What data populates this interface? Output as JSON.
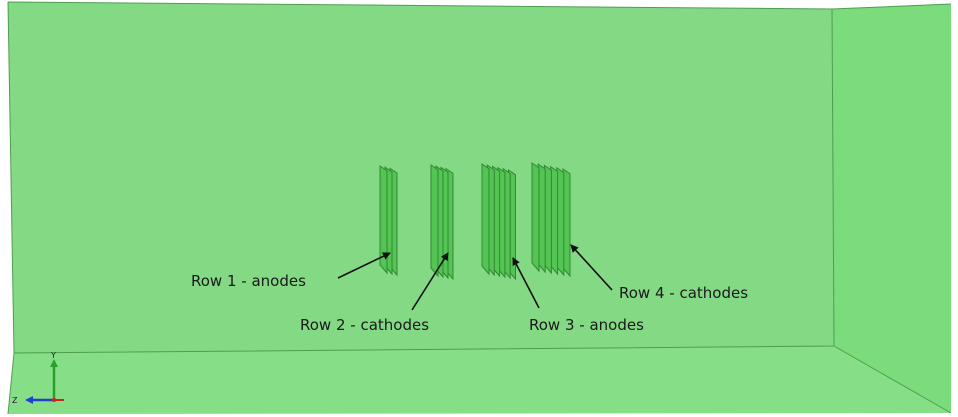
{
  "colors": {
    "back_wall": "#84d984",
    "side_wall": "#7bdc7b",
    "floor": "#86df86",
    "edge": "#4f9e4f",
    "plate_face": "#54c454",
    "plate_dark": "#2f8a2f",
    "arrow": "#111111",
    "axis_y": "#2aa02a",
    "axis_z": "#1f3fd0",
    "axis_x": "#d02020"
  },
  "labels": {
    "row1": "Row 1 - anodes",
    "row2": "Row 2 - cathodes",
    "row3": "Row 3 - anodes",
    "row4": "Row 4 - cathodes"
  },
  "axes": {
    "y_label": "Y",
    "z_label": "Z"
  },
  "electrode_rows": [
    {
      "row": 1,
      "type": "anodes",
      "plates": 3
    },
    {
      "row": 2,
      "type": "cathodes",
      "plates": 4
    },
    {
      "row": 3,
      "type": "anodes",
      "plates": 6
    },
    {
      "row": 4,
      "type": "cathodes",
      "plates": 6
    }
  ]
}
